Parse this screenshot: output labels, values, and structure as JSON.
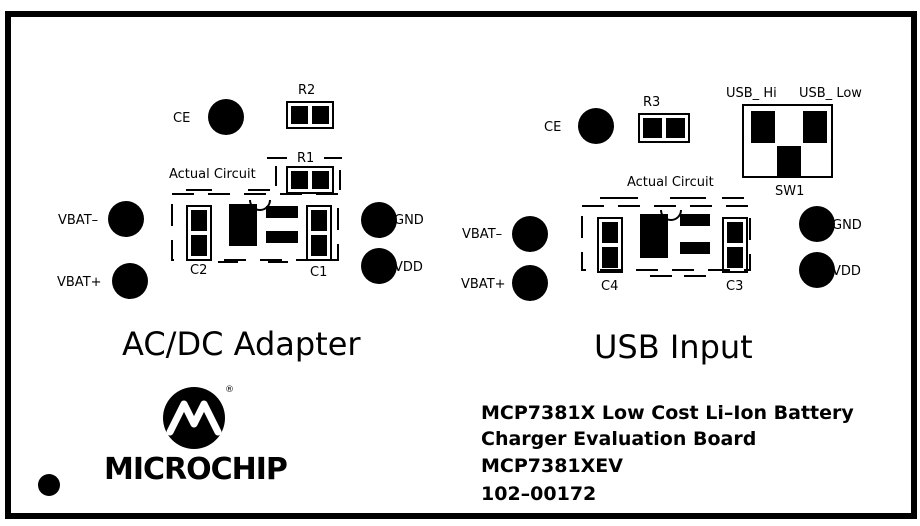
{
  "left": {
    "ce": "CE",
    "r2": "R2",
    "r1": "R1",
    "actual_circuit": "Actual Circuit",
    "vbat_minus": "VBAT–",
    "vbat_plus": "VBAT+",
    "gnd": "GND",
    "vdd": "VDD",
    "c2": "C2",
    "c1": "C1",
    "section_title": "AC/DC Adapter"
  },
  "right": {
    "ce": "CE",
    "r3": "R3",
    "usb_hi": "USB_ Hi",
    "usb_low": "USB_ Low",
    "sw1": "SW1",
    "actual_circuit": "Actual Circuit",
    "vbat_minus": "VBAT–",
    "vbat_plus": "VBAT+",
    "gnd": "GND",
    "vdd": "VDD",
    "c4": "C4",
    "c3": "C3",
    "section_title": "USB Input"
  },
  "logo": {
    "name": "MICROCHIP",
    "registered": "®",
    "icon": "microchip-logo-icon"
  },
  "info": {
    "line1": "MCP7381X Low Cost Li–Ion Battery",
    "line2": "Charger Evaluation Board",
    "line3": "MCP7381XEV",
    "line4": "102–00172"
  },
  "colors": {
    "ink": "#000000",
    "background": "#ffffff"
  }
}
